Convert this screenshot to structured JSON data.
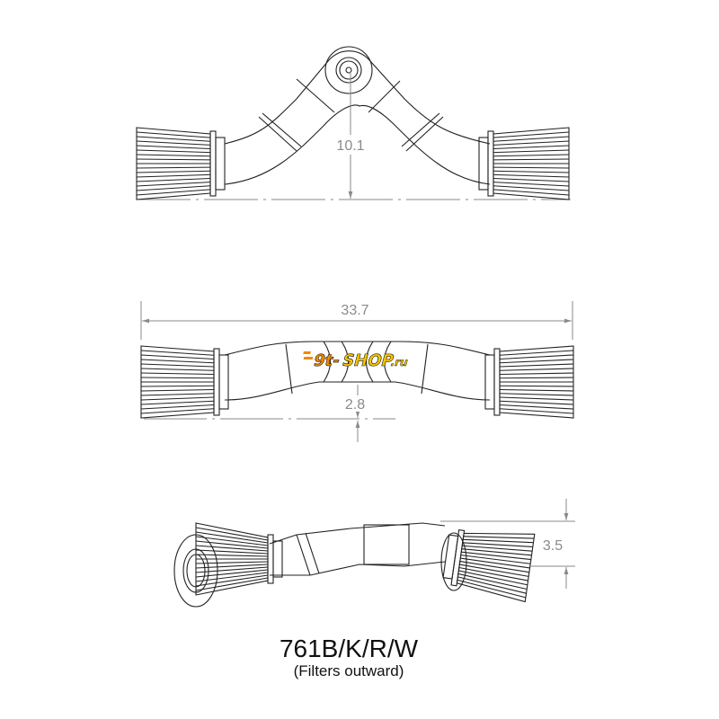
{
  "drawing": {
    "views": [
      {
        "name": "top-view",
        "dimension_label": "10.1"
      },
      {
        "name": "front-view",
        "dimension_label": "33.7",
        "secondary_dimension_label": "2.8"
      },
      {
        "name": "side-view",
        "dimension_label": "3.5"
      }
    ],
    "watermark_logo": "9t-shop.ru",
    "model_number": "761B/K/R/W",
    "subtitle": "(Filters outward)"
  },
  "colors": {
    "line": "#222222",
    "dimension": "#8a8a8a",
    "logo_orange": "#f08a00",
    "logo_yellow": "#f5c400"
  }
}
